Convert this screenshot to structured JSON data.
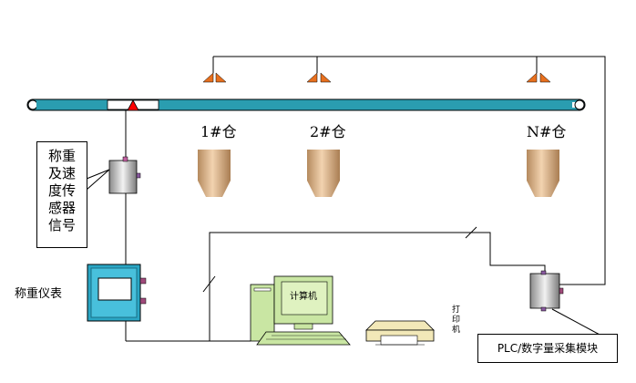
{
  "bins": [
    {
      "label": "1#仓"
    },
    {
      "label": "2#仓"
    },
    {
      "label": "N#仓"
    }
  ],
  "sensor_callout": {
    "lines": [
      "称重",
      "及速",
      "度传",
      "感器",
      "信号"
    ]
  },
  "indicator_label": "称重仪表",
  "computer_label": "计算机",
  "printer_label": [
    "打",
    "印",
    "机"
  ],
  "plc_label": "PLC/数字量采集模块",
  "colors": {
    "belt": "#2a9db0",
    "pulley_marker": "#ff0000",
    "valve": "#e8701e",
    "bin_body": "#d9b38c",
    "indicator_body": "#2aa6c4",
    "computer": "#c9e6a3",
    "plc_box": "#b0b0b0"
  }
}
